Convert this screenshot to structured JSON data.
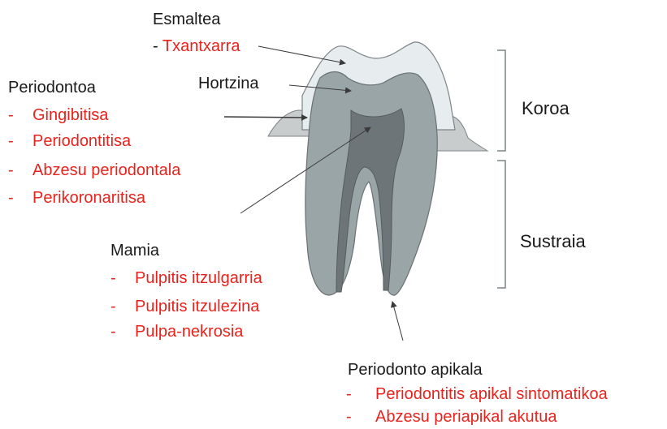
{
  "colors": {
    "label": "#1a1a1a",
    "disease": "#e8231d",
    "enamel": "#e7ecee",
    "dentin": "#9aa5a8",
    "pulp": "#6d7578",
    "gum": "#c9cccd"
  },
  "esmaltea": {
    "title": "Esmaltea",
    "items": [
      "Txantxarra"
    ]
  },
  "hortzina": {
    "title": "Hortzina"
  },
  "periodontoa": {
    "title": "Periodontoa",
    "items": [
      "Gingibitisa",
      "Periodontitisa",
      "Abzesu periodontala",
      "Perikoronaritisa"
    ]
  },
  "mamia": {
    "title": "Mamia",
    "items": [
      "Pulpitis itzulgarria",
      "Pulpitis itzulezina",
      "Pulpa-nekrosia"
    ]
  },
  "periodonto_apikala": {
    "title": "Periodonto apikala",
    "items": [
      "Periodontitis apikal sintomatikoa",
      "Abzesu periapikal akutua"
    ]
  },
  "regions": {
    "crown": "Koroa",
    "root": "Sustraia"
  },
  "dash": "-"
}
